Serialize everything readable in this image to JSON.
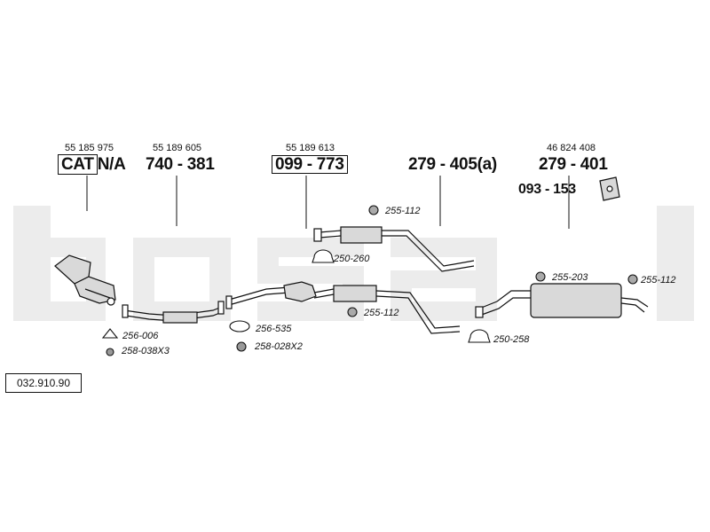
{
  "diagram_ref": "032.910.90",
  "watermark": "bosal",
  "sections": [
    {
      "oe": "55 185 975",
      "cat": "CAT",
      "part": "N/A"
    },
    {
      "oe": "55 189 605",
      "part": "740 - 381"
    },
    {
      "oe": "55 189 613",
      "part": "099 - 773"
    },
    {
      "part": "279 - 405(a)"
    },
    {
      "oe": "46 824 408",
      "part": "279 - 401",
      "extra": "093 - 153"
    }
  ],
  "fittings": {
    "f1": "256-006",
    "f2": "258-038X3",
    "f3": "256-535",
    "f4": "258-028X2",
    "f5": "255-112",
    "f6": "250-260",
    "f7": "255-112",
    "f8": "250-258",
    "f9": "255-203",
    "f10": "255-112"
  },
  "colors": {
    "watermark": "#ececec",
    "line": "#111111",
    "part_fill": "#d9d9d9"
  }
}
